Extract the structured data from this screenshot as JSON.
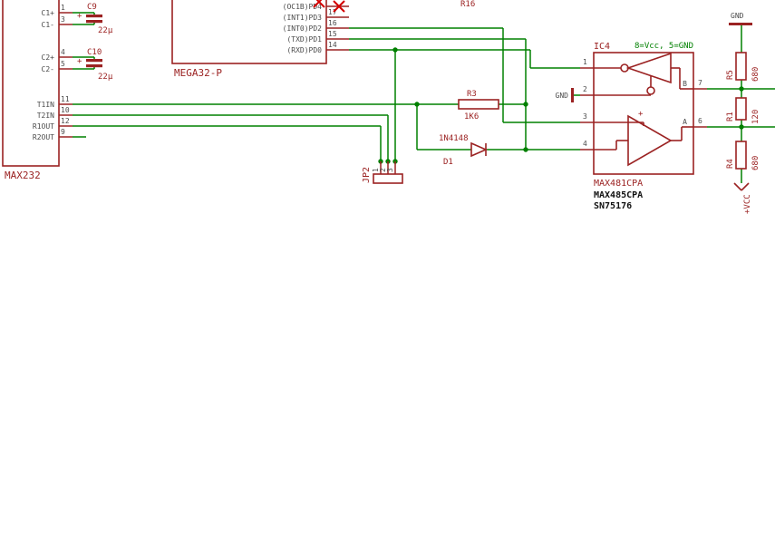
{
  "max232": {
    "label": "MAX232",
    "pins": [
      {
        "name": "C1+",
        "num": "1"
      },
      {
        "name": "C1-",
        "num": "3"
      },
      {
        "name": "C2+",
        "num": "4"
      },
      {
        "name": "C2-",
        "num": "5"
      },
      {
        "name": "T1IN",
        "num": "11"
      },
      {
        "name": "T2IN",
        "num": "10"
      },
      {
        "name": "R1OUT",
        "num": "12"
      },
      {
        "name": "R2OUT",
        "num": "9"
      }
    ]
  },
  "c9": {
    "name": "C9",
    "value": "22µ",
    "polarity": "+"
  },
  "c10": {
    "name": "C10",
    "value": "22µ",
    "polarity": "+"
  },
  "mcu": {
    "label": "MEGA32-P",
    "pins": [
      {
        "name": "(OC1B)PD4",
        "num": ""
      },
      {
        "name": "(INT1)PD3",
        "num": "17"
      },
      {
        "name": "(INT0)PD2",
        "num": "16"
      },
      {
        "name": "(TXD)PD1",
        "num": "15"
      },
      {
        "name": "(RXD)PD0",
        "num": "14"
      }
    ]
  },
  "r3": {
    "name": "R3",
    "value": "1K6"
  },
  "d1": {
    "name": "D1",
    "value": "1N4148"
  },
  "jp2": {
    "name": "JP2",
    "pin_numbers": [
      "1",
      "2",
      "3"
    ]
  },
  "ic4": {
    "name": "IC4",
    "power_note": "8=Vcc, 5=GND",
    "value": "MAX481CPA",
    "alt_values": [
      "MAX485CPA",
      "SN75176"
    ],
    "left_pin_numbers": [
      "1",
      "2",
      "3",
      "4"
    ],
    "right_pins": [
      {
        "name": "B",
        "num": "7"
      },
      {
        "name": "A",
        "num": "6"
      }
    ],
    "plus": "+"
  },
  "r5": {
    "name": "R5",
    "value": "680"
  },
  "r1": {
    "name": "R1",
    "value": "120"
  },
  "r4": {
    "name": "R4",
    "value": "680"
  },
  "supplies": {
    "gnd_top": "GND",
    "gnd_ic4": "GND",
    "vcc_bottom": "+VCC"
  },
  "partial_label_top": "R16"
}
